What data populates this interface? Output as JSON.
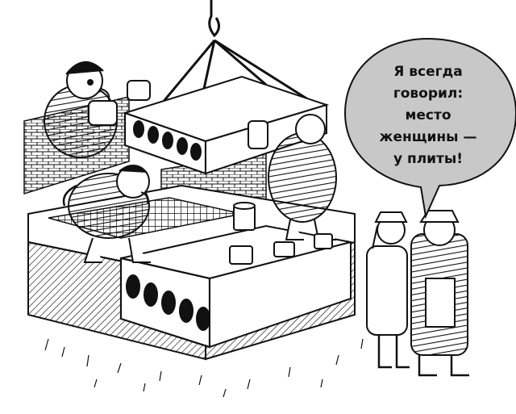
{
  "speech_bubble": {
    "lines": [
      "Я всегда",
      "говорил:",
      "место",
      "женщины —",
      "у плиты!"
    ]
  },
  "colors": {
    "ink": "#111111",
    "paper": "#ffffff",
    "bubble_fill": "#c8c8c8"
  }
}
